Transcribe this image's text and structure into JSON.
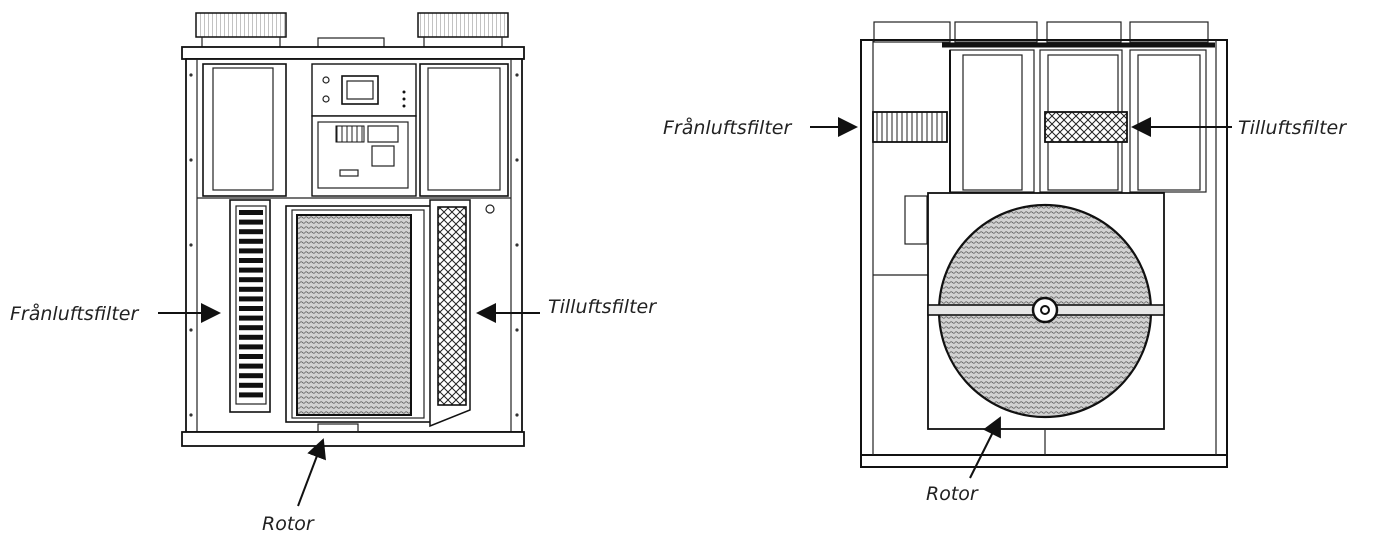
{
  "left_unit": {
    "labels": {
      "exhaust_filter": "Frånluftsfilter",
      "supply_filter": "Tilluftsfilter",
      "rotor": "Rotor"
    }
  },
  "right_unit": {
    "labels": {
      "exhaust_filter": "Frånluftsfilter",
      "supply_filter": "Tilluftsfilter",
      "rotor": "Rotor"
    }
  },
  "colors": {
    "line": "#111111",
    "background": "#ffffff",
    "filter_fill": "#b5b5b5"
  }
}
